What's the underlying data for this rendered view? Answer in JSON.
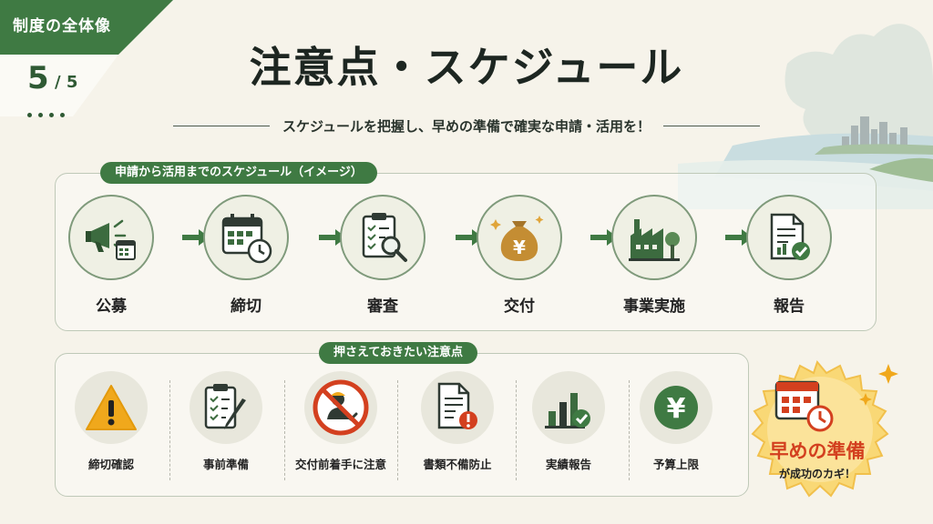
{
  "corner": {
    "section_label": "制度の全体像",
    "page_current": "5",
    "page_total": "/ 5"
  },
  "header": {
    "title": "注意点・スケジュール",
    "subtitle": "スケジュールを把握し、早めの準備で確実な申請・活用を！"
  },
  "schedule": {
    "heading": "申請から活用までのスケジュール（イメージ）",
    "steps": [
      {
        "label": "公募",
        "icon": "megaphone-calendar-icon"
      },
      {
        "label": "締切",
        "icon": "calendar-clock-icon"
      },
      {
        "label": "審査",
        "icon": "clipboard-magnifier-icon"
      },
      {
        "label": "交付",
        "icon": "yen-money-bag-icon"
      },
      {
        "label": "事業実施",
        "icon": "factory-tree-icon"
      },
      {
        "label": "報告",
        "icon": "document-check-icon"
      }
    ]
  },
  "notes": {
    "heading": "押さえておきたい注意点",
    "items": [
      {
        "label": "締切確認",
        "icon": "warning-icon"
      },
      {
        "label": "事前準備",
        "icon": "checklist-pencil-icon"
      },
      {
        "label": "交付前着手に注意",
        "icon": "no-construction-icon"
      },
      {
        "label": "書類不備防止",
        "icon": "document-alert-icon"
      },
      {
        "label": "実績報告",
        "icon": "bar-chart-check-icon"
      },
      {
        "label": "予算上限",
        "icon": "yen-circle-icon"
      }
    ]
  },
  "callout": {
    "main": "早めの準備",
    "sub": "が成功のカギ！"
  },
  "colors": {
    "brand_green": "#3f7a43",
    "accent_red": "#d3401f",
    "warning_yellow": "#f0a81c",
    "gold": "#f7c54a"
  }
}
